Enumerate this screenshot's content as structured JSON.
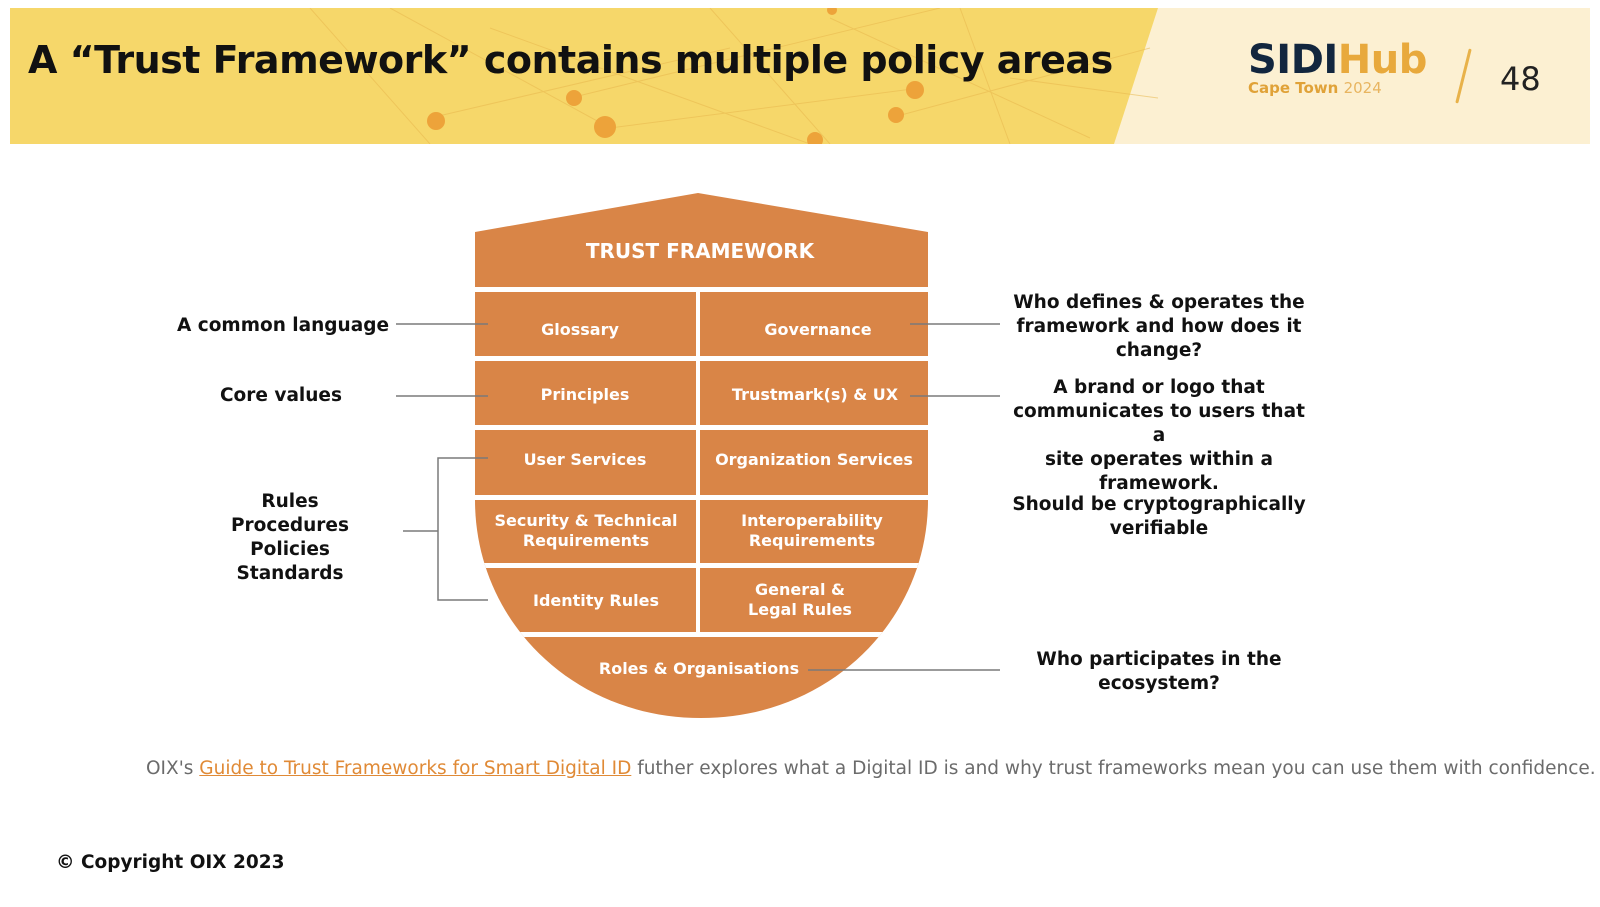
{
  "header": {
    "title": "A “Trust Framework” contains multiple policy areas",
    "logo": {
      "sidi": "SIDI",
      "hub": "Hub",
      "city": "Cape Town",
      "year": "2024"
    },
    "page_number": "48"
  },
  "colors": {
    "header_yellow": "#f6d76a",
    "header_cream": "#fcf0d2",
    "shield_orange": "#d98547",
    "connector_gray": "#7a7a7a",
    "link_orange": "#e08a36"
  },
  "shield": {
    "title": "TRUST FRAMEWORK",
    "cells": {
      "glossary": "Glossary",
      "governance": "Governance",
      "principles": "Principles",
      "trustmarks": "Trustmark(s) & UX",
      "user_services": "User Services",
      "organization_services": "Organization Services",
      "security_line1": "Security & Technical",
      "security_line2": "Requirements",
      "interop_line1": "Interoperability",
      "interop_line2": "Requirements",
      "identity_rules": "Identity Rules",
      "general_line1": "General &",
      "general_line2": "Legal Rules",
      "roles": "Roles & Organisations"
    }
  },
  "notes": {
    "common_language": "A common language",
    "core_values": "Core values",
    "rules": [
      "Rules",
      "Procedures",
      "Policies",
      "Standards"
    ],
    "governance": [
      "Who defines & operates the",
      "framework and how does it",
      "change?"
    ],
    "brand": [
      "A brand or logo that",
      "communicates to users that a",
      "site operates within a",
      "framework."
    ],
    "crypto": [
      "Should be cryptographically",
      "verifiable"
    ],
    "participants": [
      "Who participates in the",
      "ecosystem?"
    ]
  },
  "footer": {
    "prefix": "OIX's ",
    "link_text": "Guide to Trust Frameworks for Smart Digital ID",
    "suffix": " futher explores what a Digital ID is and why trust frameworks mean you can use them with confidence."
  },
  "copyright": "© Copyright OIX 2023"
}
